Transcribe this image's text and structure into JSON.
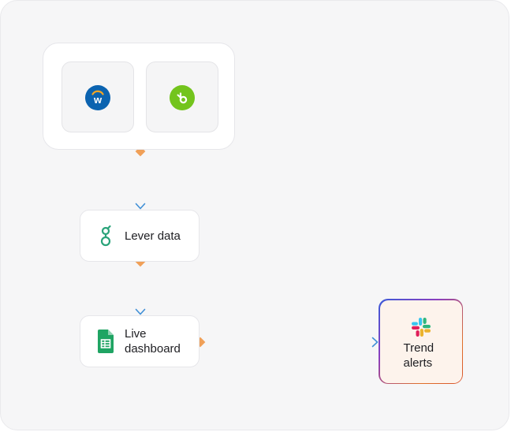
{
  "integrations": [
    {
      "name": "workday-logo",
      "letter": "w",
      "color": "#0b63b0",
      "accent": "#f5a623"
    },
    {
      "name": "bamboohr-logo",
      "letter": "b",
      "color": "#73c41d"
    }
  ],
  "nodes": {
    "lever": {
      "label": "Lever data",
      "icon": "lever-icon",
      "icon_color": "#2aa37a"
    },
    "dashboard": {
      "label": "Live\ndashboard",
      "icon": "google-sheets-icon",
      "icon_color": "#1fa463"
    },
    "alerts": {
      "label": "Trend\nalerts",
      "icon": "slack-icon"
    }
  },
  "colors": {
    "connector_blue": "#3f8fd6",
    "connector_dark": "#5a1f1f",
    "handle_orange": "#f0a058"
  }
}
